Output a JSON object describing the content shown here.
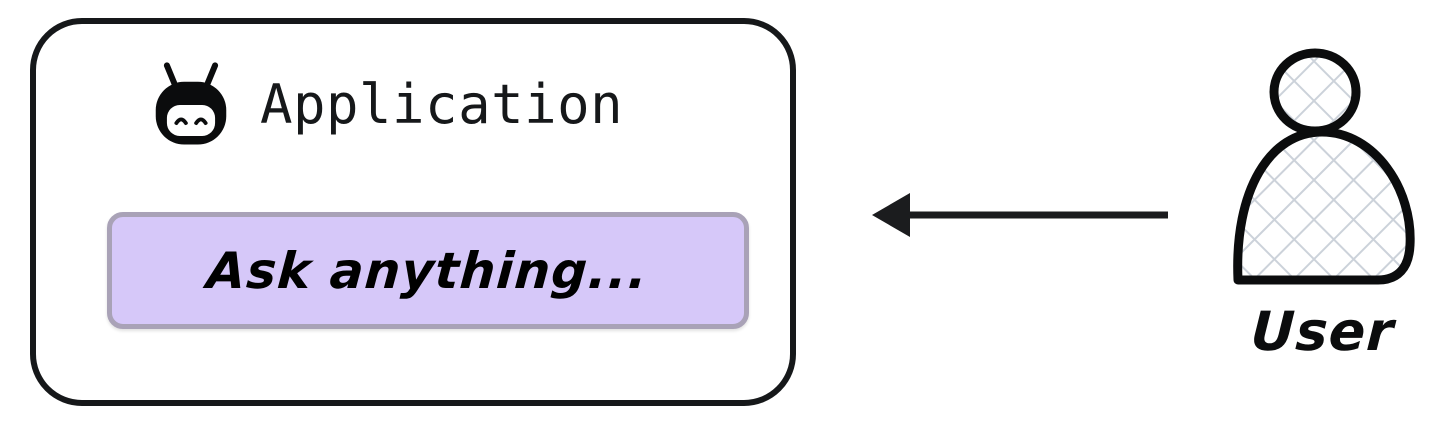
{
  "diagram": {
    "background_color": "#ffffff",
    "type": "actor-to-application flow",
    "application": {
      "title": "Application",
      "icon": "robot-icon",
      "border_color": "#16181a",
      "fill_color": "#ffffff",
      "prompt": {
        "placeholder": "Ask anything...",
        "fill_color": "#d6c8f9",
        "border_color": "#a9a2b7"
      }
    },
    "connector": {
      "name": "arrow-user-to-application",
      "direction": "left",
      "style": "solid",
      "color": "#1b1c1e",
      "label": ""
    },
    "actor": {
      "label": "User",
      "icon": "user-person-icon",
      "outline_color": "#0b0c0d",
      "hatch_color": "#ccd2da"
    }
  }
}
